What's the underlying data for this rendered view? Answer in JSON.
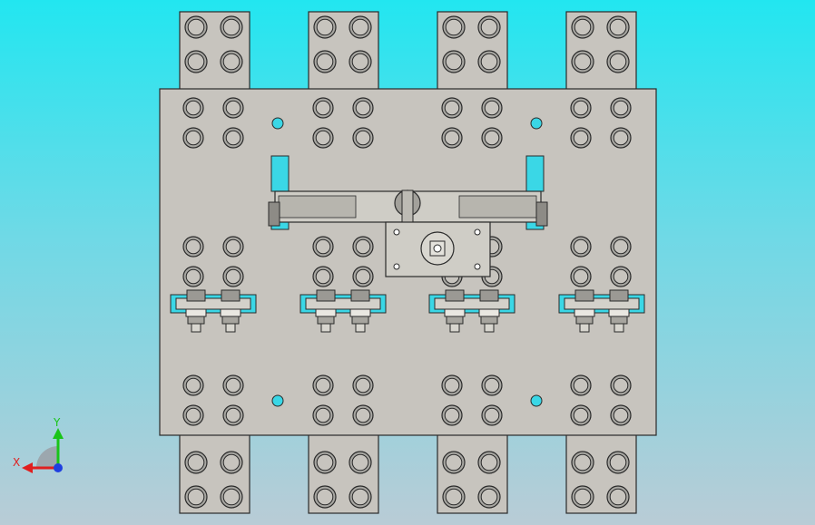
{
  "viewport": {
    "background_top": "#22e6f0",
    "background_bottom": "#b9ccd6"
  },
  "model": {
    "plate_color": "#c7c4be",
    "edge_color": "#2a2a2a",
    "bolt_hole_color": "#a8a7a2",
    "cutout_color": "#3ad7e6",
    "busbar_count": 4,
    "mechanism_label": "handle-mechanism"
  },
  "triad": {
    "x_label": "X",
    "y_label": "Y",
    "x_color": "#e01f1f",
    "y_color": "#19c419",
    "z_color": "#1f3fe0"
  }
}
